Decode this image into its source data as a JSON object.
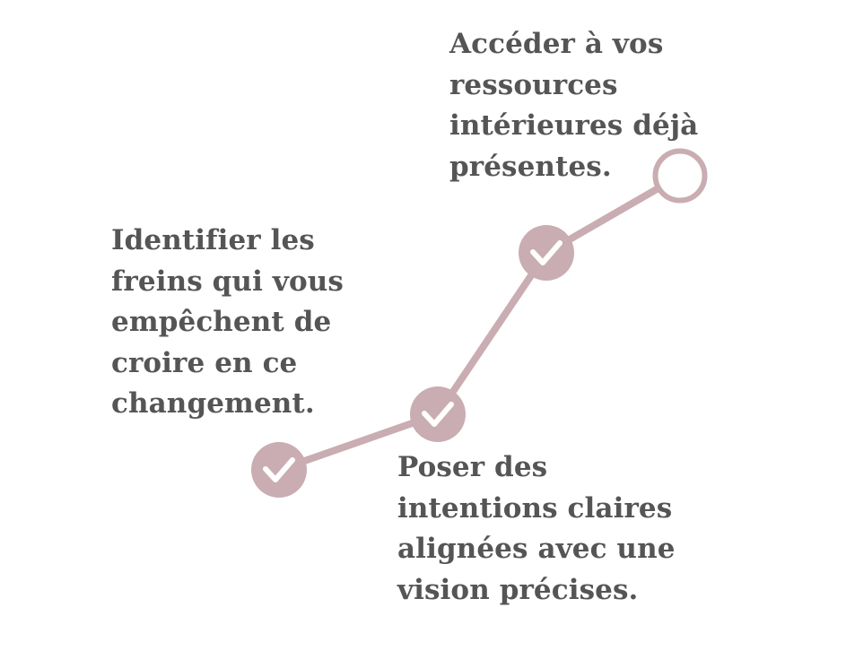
{
  "colors": {
    "accent": "#c9adb2",
    "text": "#555555",
    "background": "#ffffff",
    "check": "#ffffff"
  },
  "steps": [
    {
      "id": "step-1",
      "status": "completed",
      "icon": "check-icon",
      "lines": []
    },
    {
      "id": "step-2",
      "status": "completed",
      "icon": "check-icon",
      "lines": [
        "Identifier les",
        "freins qui vous",
        "empêchent de",
        "croire en ce",
        "changement."
      ]
    },
    {
      "id": "step-3",
      "status": "completed",
      "icon": "check-icon",
      "lines": [
        "Poser des",
        "intentions claires",
        "alignées avec une",
        "vision précises."
      ]
    },
    {
      "id": "step-4",
      "status": "pending",
      "icon": "empty-circle-icon",
      "lines": [
        "Accéder à vos",
        "ressources",
        "intérieures déjà",
        "présentes."
      ]
    }
  ]
}
